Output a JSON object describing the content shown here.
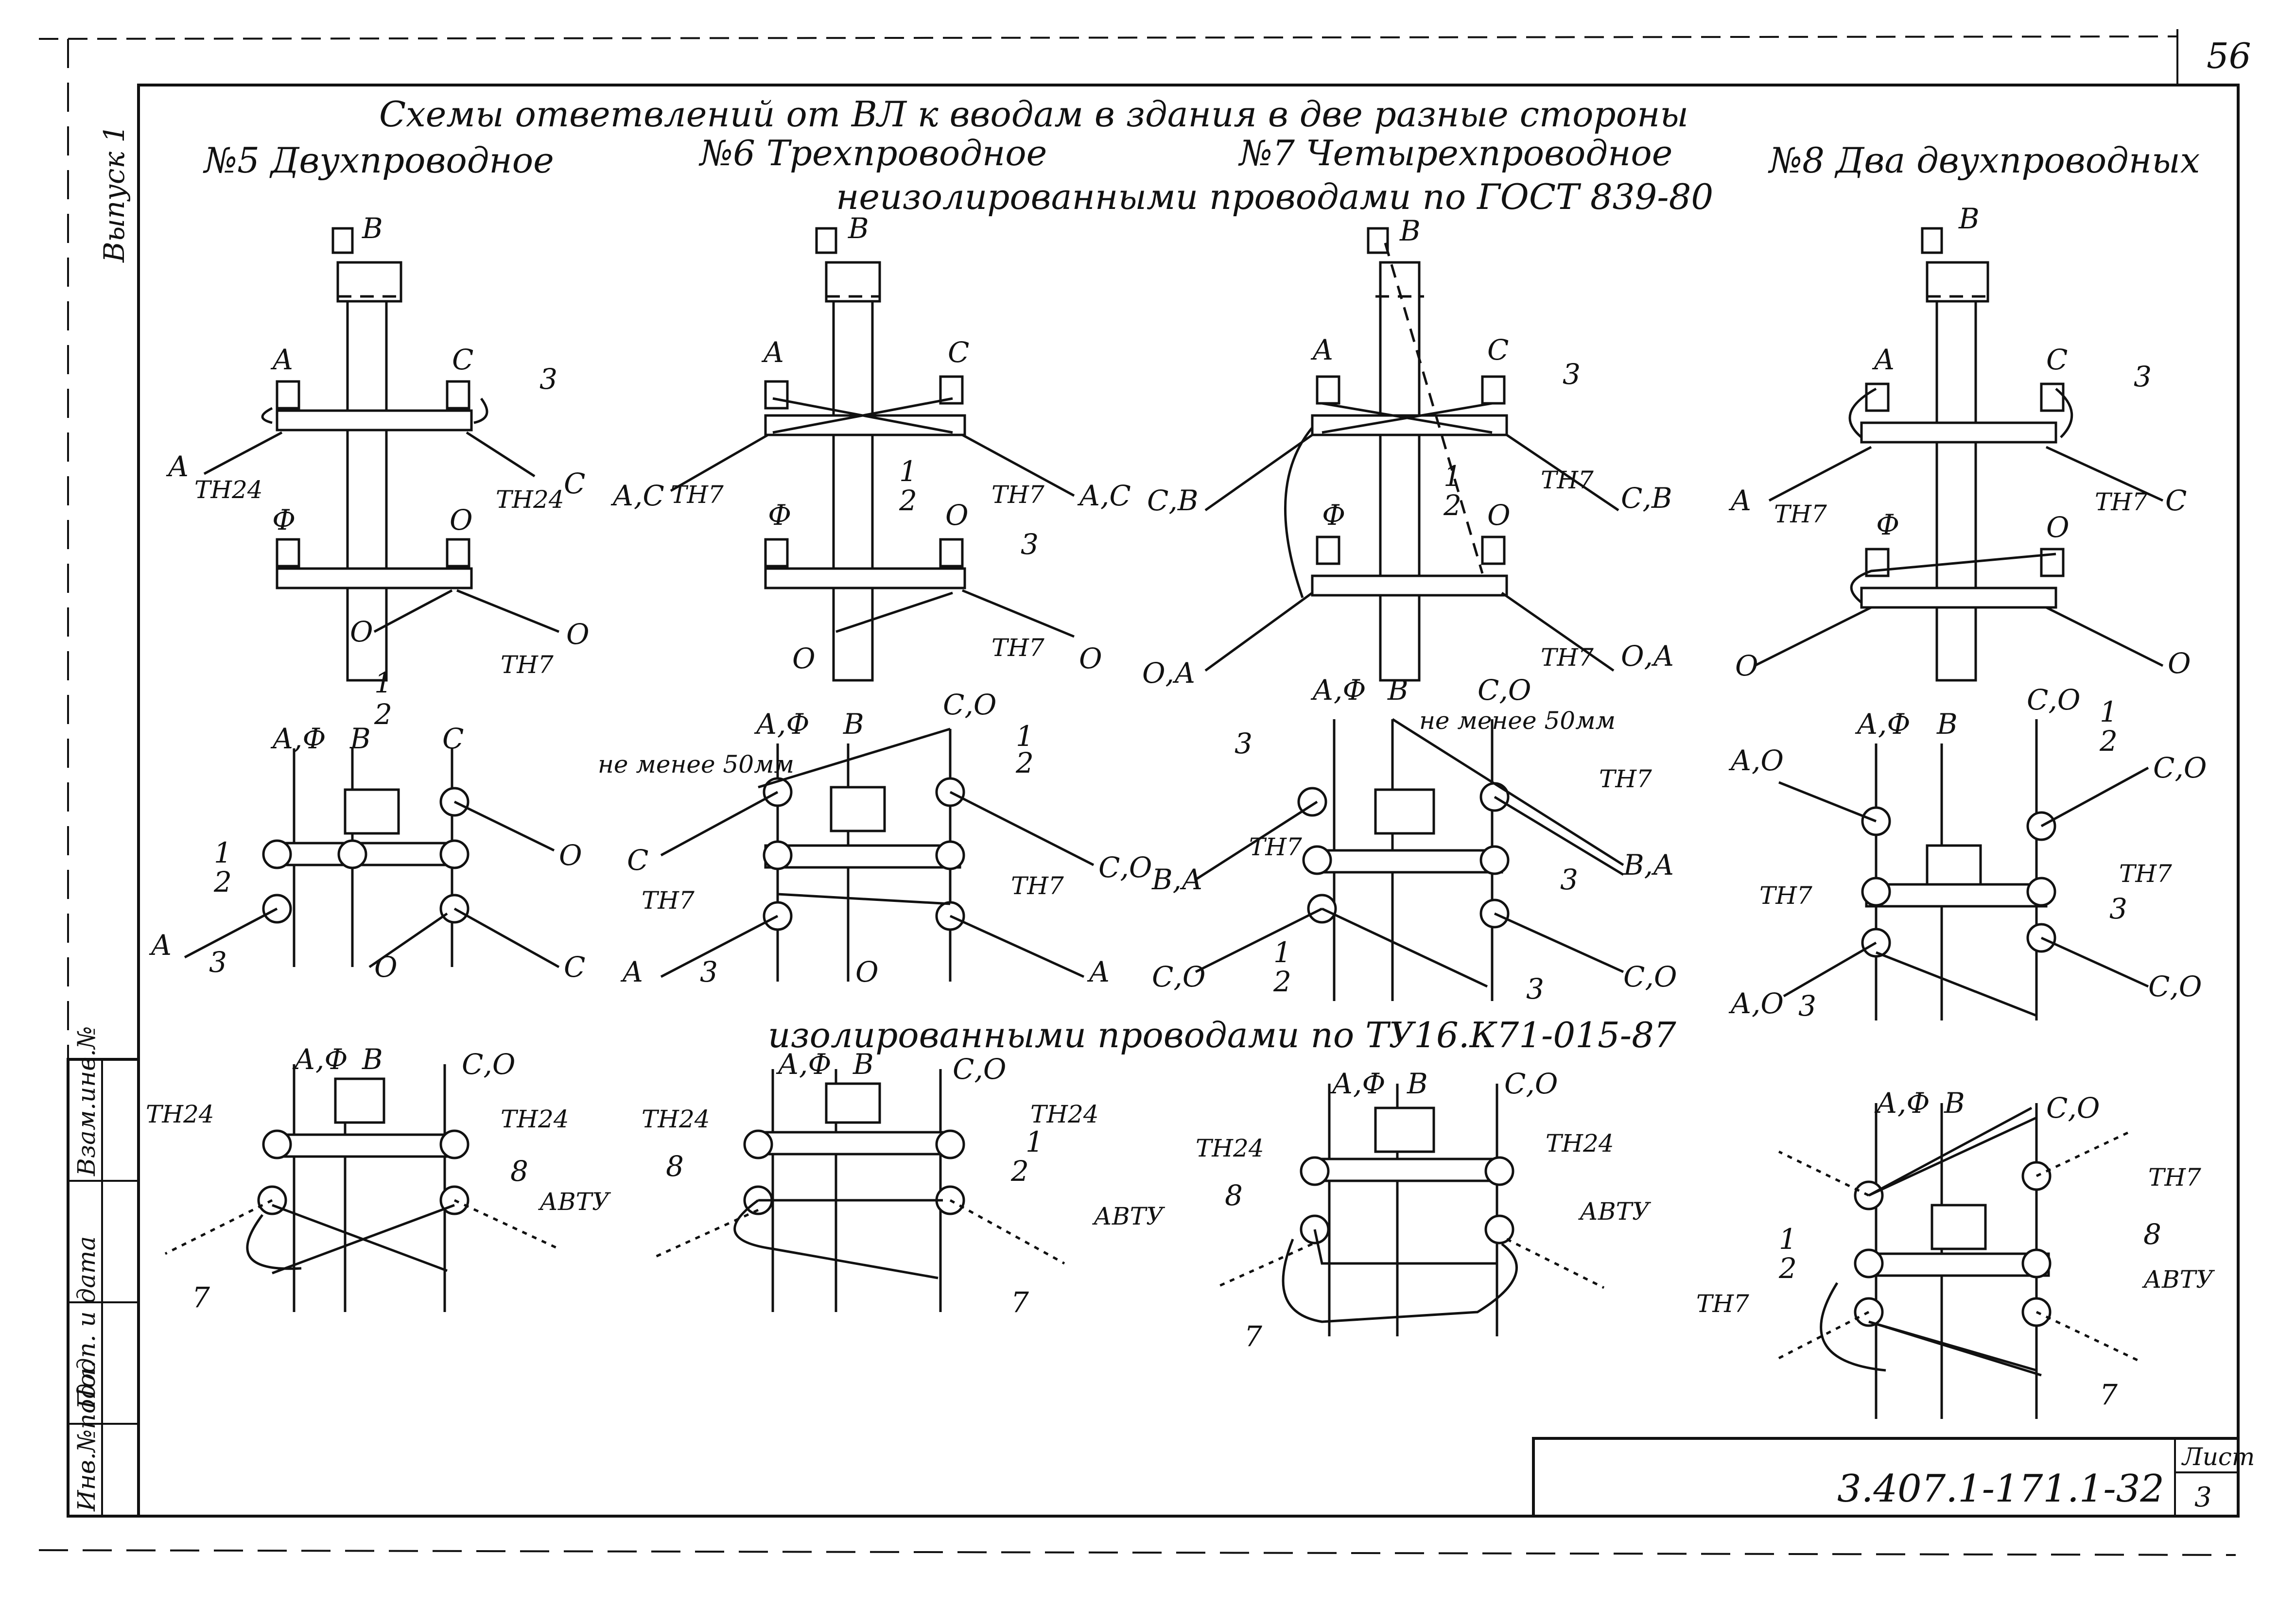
{
  "sheet_number_top": "56",
  "side_label_vypusk": "Выпуск 1",
  "title_line": "Схемы ответвлений от ВЛ к вводам в здания в две разные стороны",
  "subtitle_bare": "неизолированными проводами по ГОСТ 839-80",
  "subtitle_insulated": "изолированными проводами по ТУ16.К71-015-87",
  "schemes": [
    {
      "title": "№5 Двухпроводное"
    },
    {
      "title": "№6 Трехпроводное"
    },
    {
      "title": "№7 Четырехпроводное"
    },
    {
      "title": "№8 Два двухпроводных"
    }
  ],
  "labels": {
    "A": "А",
    "C": "С",
    "O": "О",
    "F": "Ф",
    "B": "В",
    "AC": "А,С",
    "CB": "С,В",
    "OA": "О,А",
    "BA": "В,А",
    "AF": "А,Ф",
    "CO": "С,О",
    "AO": "А,О",
    "tn24": "ТН24",
    "tn7": "ТН7",
    "avtu": "АВТУ",
    "n1": "1",
    "n2": "2",
    "n3": "3",
    "n7": "7",
    "n8": "8",
    "min50": "не менее 50мм"
  },
  "title_block": {
    "designation": "3.407.1-171.1-32",
    "list_label": "Лист",
    "list_number": "3"
  },
  "left_stamp": [
    "Инв.№подл.",
    "Подп. и дата",
    "Взам.инв.№"
  ]
}
